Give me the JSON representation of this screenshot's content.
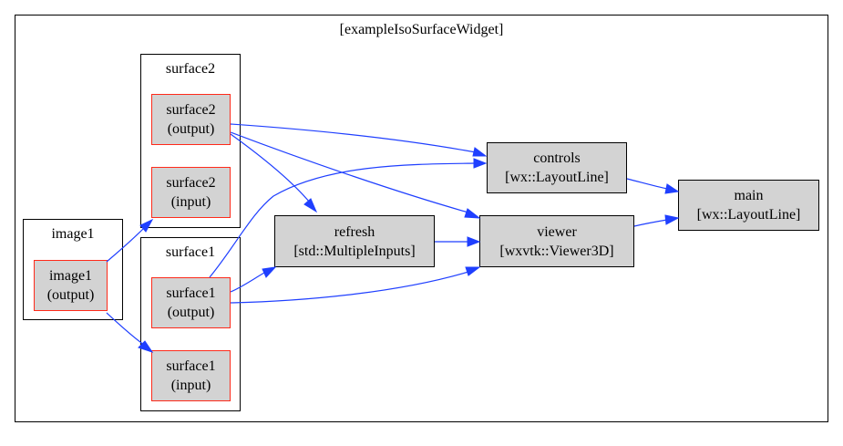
{
  "graph": {
    "title": "[exampleIsoSurfaceWidget]",
    "clusters": {
      "surface2": "surface2",
      "image1": "image1",
      "surface1": "surface1"
    },
    "nodes": {
      "surface2_output": [
        "surface2",
        "(output)"
      ],
      "surface2_input": [
        "surface2",
        "(input)"
      ],
      "image1_output": [
        "image1",
        "(output)"
      ],
      "surface1_output": [
        "surface1",
        "(output)"
      ],
      "surface1_input": [
        "surface1",
        "(input)"
      ],
      "refresh": [
        "refresh",
        "[std::MultipleInputs]"
      ],
      "controls": [
        "controls",
        "[wx::LayoutLine]"
      ],
      "viewer": [
        "viewer",
        "[wxvtk::Viewer3D]"
      ],
      "main": [
        "main",
        "[wx::LayoutLine]"
      ]
    },
    "edges": [
      {
        "from": "image1_output",
        "to": "surface2_input"
      },
      {
        "from": "image1_output",
        "to": "surface1_input"
      },
      {
        "from": "surface2_output",
        "to": "controls"
      },
      {
        "from": "surface2_output",
        "to": "refresh"
      },
      {
        "from": "surface2_output",
        "to": "viewer"
      },
      {
        "from": "surface1_output",
        "to": "controls"
      },
      {
        "from": "surface1_output",
        "to": "refresh"
      },
      {
        "from": "surface1_output",
        "to": "viewer"
      },
      {
        "from": "refresh",
        "to": "viewer"
      },
      {
        "from": "controls",
        "to": "main"
      },
      {
        "from": "viewer",
        "to": "main"
      }
    ],
    "colors": {
      "edge": "#1f3fff",
      "node_fill": "#d3d3d3",
      "port_border": "#ff2a1a",
      "box_border": "#000000"
    }
  }
}
